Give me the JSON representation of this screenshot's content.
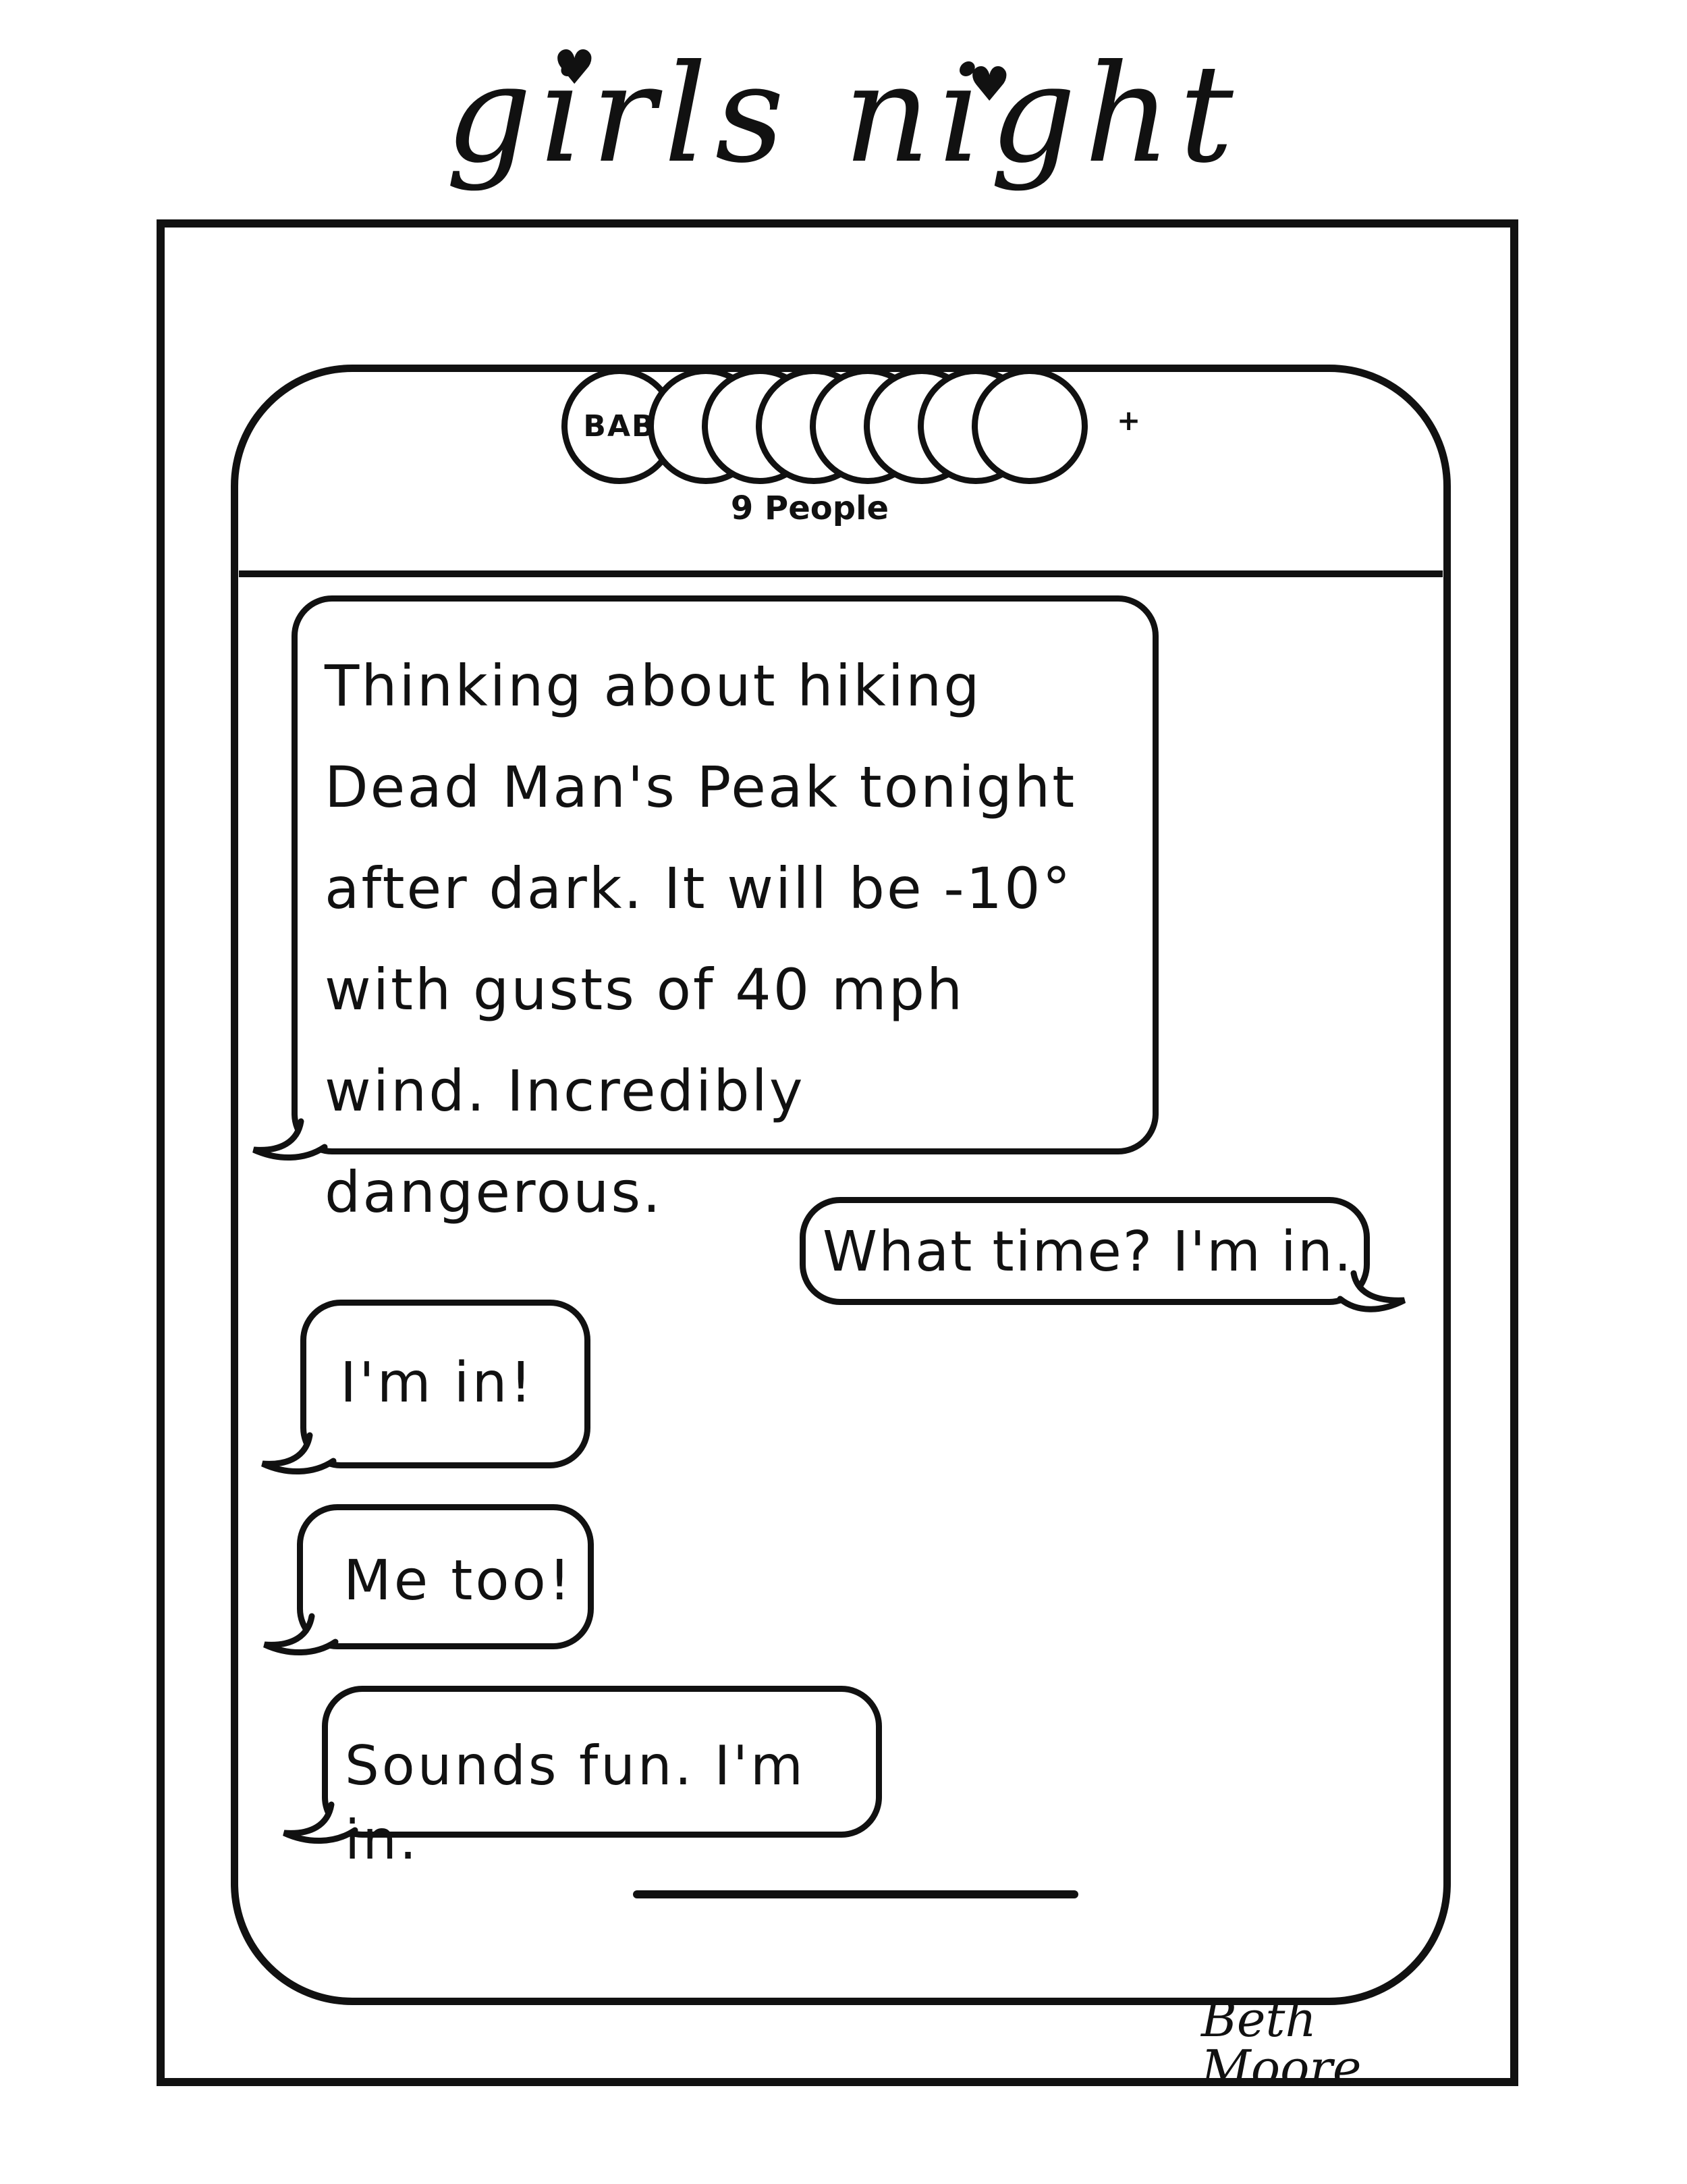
{
  "title": "girls night",
  "chat": {
    "first_avatar_initials": "BAB",
    "avatar_count": 8,
    "add_symbol": "+",
    "participants": "9 People"
  },
  "messages": [
    {
      "text": "Thinking about hiking\nDead Man's Peak tonight\nafter dark. It will be -10°\nwith gusts of 40 mph\nwind. Incredibly dangerous."
    },
    {
      "text": "What time? I'm in."
    },
    {
      "text": "I'm in!"
    },
    {
      "text": "Me too!"
    },
    {
      "text": "Sounds fun. I'm in."
    }
  ],
  "signature": "Beth Moore",
  "colors": {
    "ink": "#111111",
    "paper": "#ffffff"
  }
}
